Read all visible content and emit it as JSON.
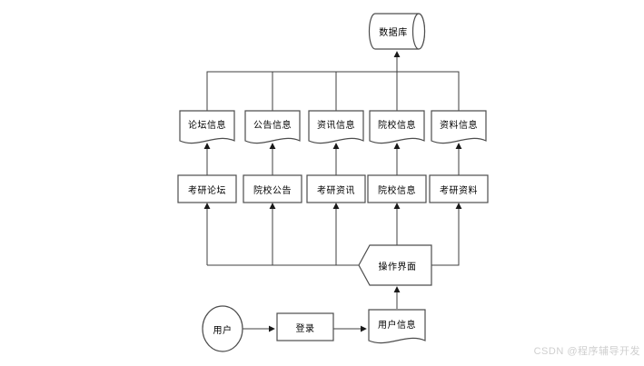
{
  "diagram": {
    "database": {
      "label": "数据库"
    },
    "documents": [
      {
        "label": "论坛信息"
      },
      {
        "label": "公告信息"
      },
      {
        "label": "资讯信息"
      },
      {
        "label": "院校信息"
      },
      {
        "label": "资料信息"
      }
    ],
    "modules": [
      {
        "label": "考研论坛"
      },
      {
        "label": "院校公告"
      },
      {
        "label": "考研资讯"
      },
      {
        "label": "院校信息"
      },
      {
        "label": "考研资料"
      }
    ],
    "operation_interface": {
      "label": "操作界面"
    },
    "actor": {
      "label": "用户"
    },
    "login": {
      "label": "登录"
    },
    "user_info": {
      "label": "用户信息"
    },
    "colors": {
      "line": "#3f3f3f",
      "shape_border": "#4d4d4d",
      "shape_fill": "#ffffff",
      "text": "#000000",
      "watermark": "#cfcfcf"
    }
  },
  "watermark": {
    "text": "CSDN @程序辅导开发"
  }
}
